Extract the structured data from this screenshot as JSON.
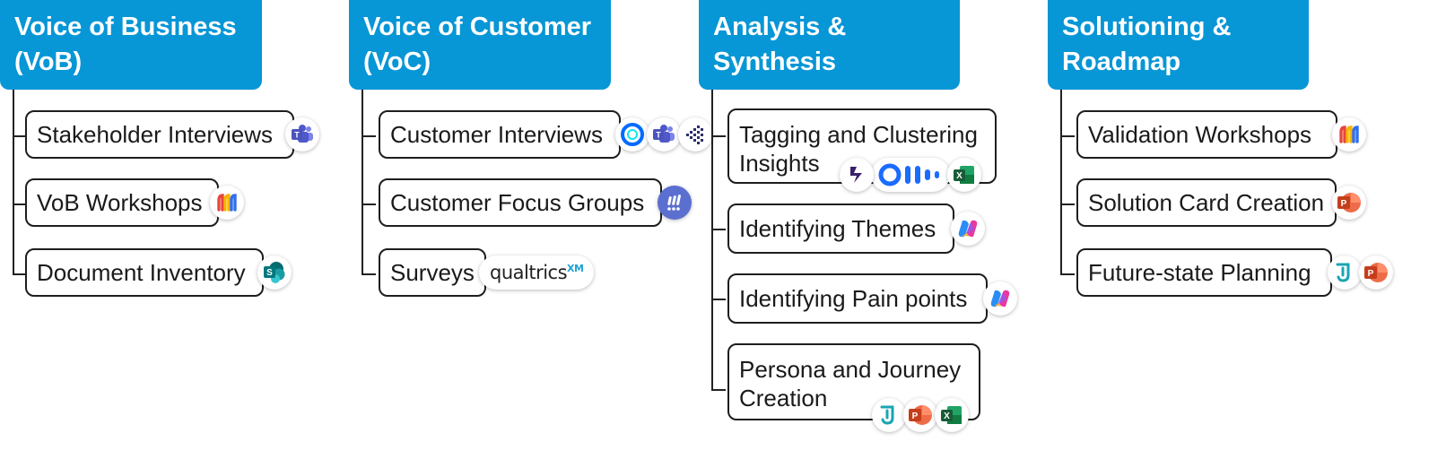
{
  "columns": [
    {
      "title": "Voice of Business\n(VoB)",
      "items": [
        {
          "label": "Stakeholder Interviews",
          "icons": [
            "teams"
          ]
        },
        {
          "label": "VoB Workshops",
          "icons": [
            "miro"
          ]
        },
        {
          "label": "Document Inventory",
          "icons": [
            "sharepoint"
          ]
        }
      ]
    },
    {
      "title": "Voice of Customer\n(VoC)",
      "items": [
        {
          "label": "Customer Interviews",
          "icons": [
            "calendly",
            "teams",
            "dovetail"
          ]
        },
        {
          "label": "Customer Focus Groups",
          "icons": [
            "focus-groups"
          ]
        },
        {
          "label": "Surveys",
          "icons": [
            "qualtrics"
          ]
        }
      ]
    },
    {
      "title": "Analysis &\nSynthesis",
      "items": [
        {
          "label": "Tagging and Clustering\nInsights",
          "icons": [
            "kraftful",
            "otter",
            "excel"
          ]
        },
        {
          "label": "Identifying Themes",
          "icons": [
            "copilot"
          ]
        },
        {
          "label": "Identifying Pain points",
          "icons": [
            "copilot"
          ]
        },
        {
          "label": "Persona and Journey\nCreation",
          "icons": [
            "jira-product-discovery",
            "powerpoint",
            "excel"
          ]
        }
      ]
    },
    {
      "title": "Solutioning &\nRoadmap",
      "items": [
        {
          "label": "Validation Workshops",
          "icons": [
            "miro"
          ]
        },
        {
          "label": "Solution Card Creation",
          "icons": [
            "powerpoint"
          ]
        },
        {
          "label": "Future-state Planning",
          "icons": [
            "jira-product-discovery",
            "powerpoint"
          ]
        }
      ]
    }
  ],
  "qualtrics": {
    "brand": "qualtrics",
    "suffix": "XM"
  },
  "colors": {
    "header": "#0796d6",
    "header_text": "#ffffff",
    "border": "#1e1e1e"
  }
}
